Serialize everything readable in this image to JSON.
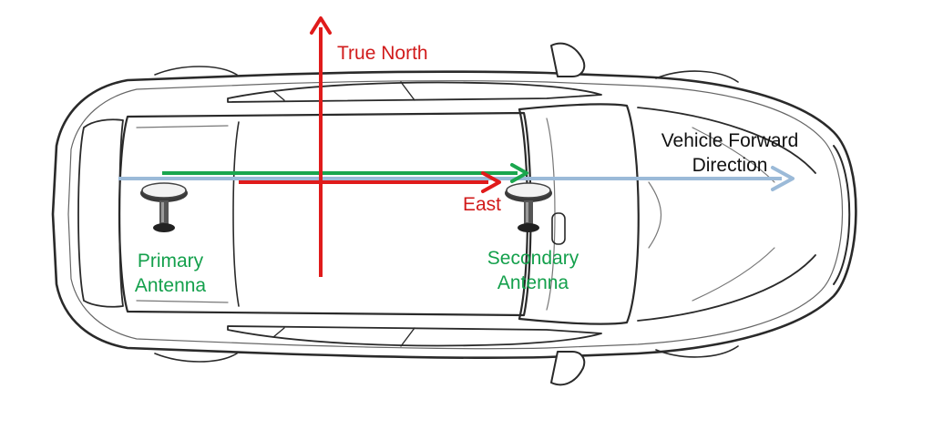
{
  "labels": {
    "true_north": "True North",
    "east": "East",
    "vehicle_forward_line1": "Vehicle Forward",
    "vehicle_forward_line2": "Direction",
    "primary_line1": "Primary",
    "primary_line2": "Antenna",
    "secondary_line1": "Secondary",
    "secondary_line2": "Antenna"
  },
  "colors": {
    "north_east_axes": "#e01b1b",
    "baseline_vector": "#1aa64e",
    "forward_direction": "#9bbad8",
    "car_outline": "#2a2a2a",
    "label_red": "#d11b1b",
    "label_green": "#14a04c"
  },
  "icons": {
    "car": "car-top-view-icon",
    "antenna": "gnss-antenna-icon"
  }
}
